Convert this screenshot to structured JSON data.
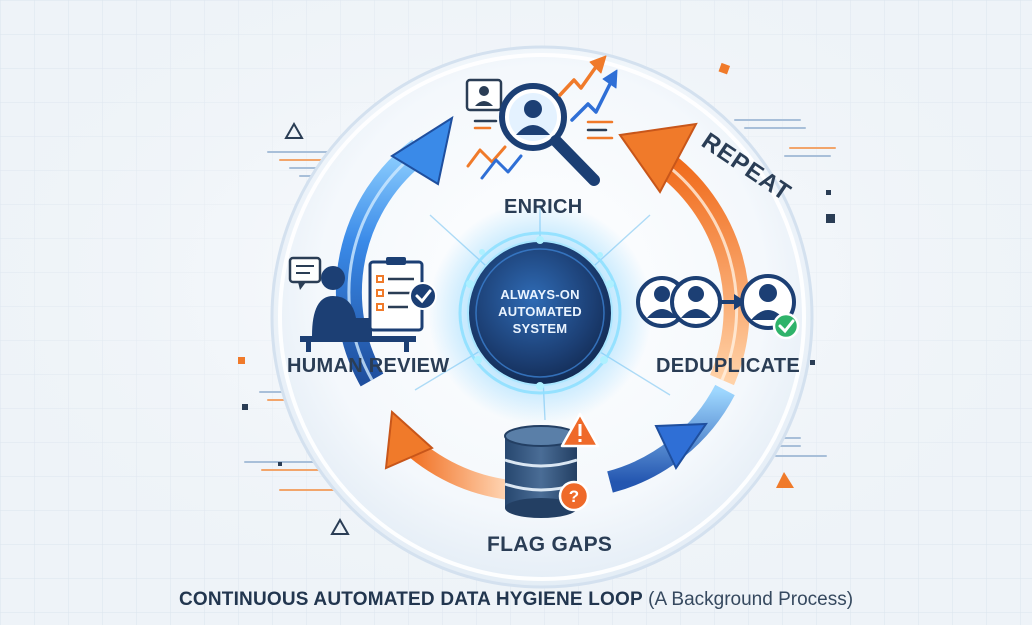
{
  "hub": {
    "lines": [
      "ALWAYS-ON",
      "AUTOMATED",
      "SYSTEM"
    ]
  },
  "steps": {
    "enrich": "ENRICH",
    "deduplicate": "DEDUPLICATE",
    "flag_gaps": "FLAG GAPS",
    "human_review": "HUMAN REVIEW"
  },
  "repeat_label": "REPEAT",
  "footer": {
    "main": "CONTINUOUS AUTOMATED DATA HYGIENE LOOP",
    "sub": "(A Background Process)"
  },
  "colors": {
    "blue_arrow": "#2f6fd6",
    "orange_arrow": "#f07a2a",
    "hub_dark": "#1c3f74",
    "text_dark": "#2a3d55",
    "check_green": "#2fb36a",
    "warn_orange": "#ef6a2a",
    "background": "#eef3f8"
  },
  "icons": [
    "magnifier-person-icon",
    "trend-arrows-icon",
    "profile-card-icon",
    "merge-persons-icon",
    "check-badge-icon",
    "database-icon",
    "warning-icon",
    "question-badge-icon",
    "reviewer-desk-icon",
    "checklist-icon",
    "chat-bubble-icon"
  ]
}
